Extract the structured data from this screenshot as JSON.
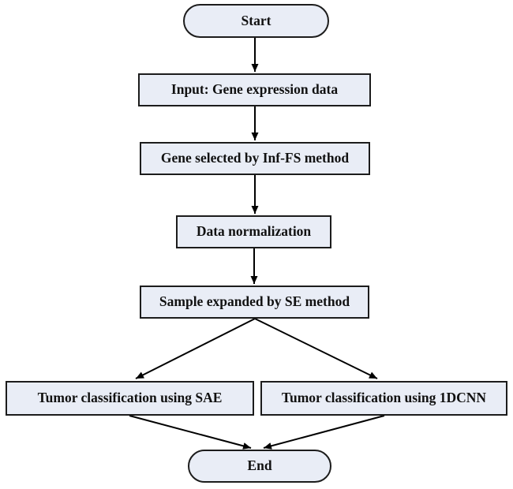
{
  "flowchart": {
    "nodes": {
      "start": {
        "label": "Start",
        "shape": "terminal"
      },
      "input": {
        "label": "Input: Gene expression data",
        "shape": "process"
      },
      "inffs": {
        "label": "Gene selected by Inf-FS method",
        "shape": "process"
      },
      "norm": {
        "label": "Data normalization",
        "shape": "process"
      },
      "sample": {
        "label": "Sample expanded by SE method",
        "shape": "process"
      },
      "sae": {
        "label": "Tumor classification using SAE",
        "shape": "process"
      },
      "cnn": {
        "label": "Tumor classification using 1DCNN",
        "shape": "process"
      },
      "end": {
        "label": "End",
        "shape": "terminal"
      }
    },
    "edges": [
      {
        "from": "start",
        "to": "input"
      },
      {
        "from": "input",
        "to": "inffs"
      },
      {
        "from": "inffs",
        "to": "norm"
      },
      {
        "from": "norm",
        "to": "sample"
      },
      {
        "from": "sample",
        "to": "sae"
      },
      {
        "from": "sample",
        "to": "cnn"
      },
      {
        "from": "sae",
        "to": "end"
      },
      {
        "from": "cnn",
        "to": "end"
      }
    ],
    "colors": {
      "node_fill": "#e9edf6",
      "node_border": "#1c1c1c",
      "arrow": "#000000",
      "background": "#ffffff",
      "text": "#111111"
    }
  }
}
